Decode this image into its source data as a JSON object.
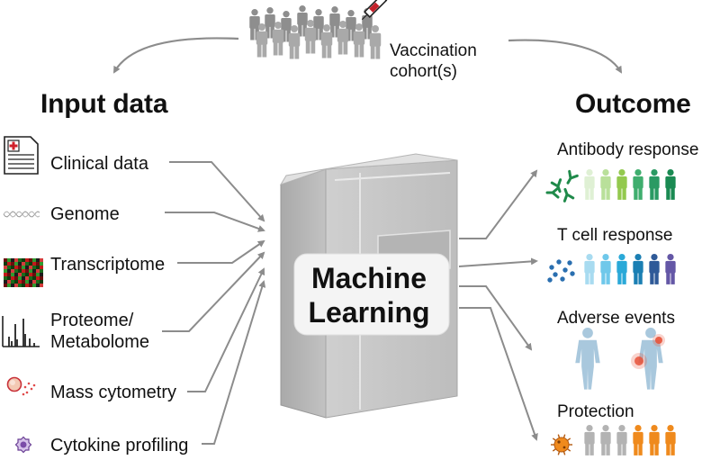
{
  "cohort": {
    "line1": "Vaccination",
    "line2": "cohort(s)"
  },
  "headers": {
    "input": "Input data",
    "outcome": "Outcome"
  },
  "inputs": [
    {
      "label": "Clinical data",
      "icon": "clinical-record-icon"
    },
    {
      "label": "Genome",
      "icon": "dna-helix-icon"
    },
    {
      "label": "Transcriptome",
      "icon": "heatmap-icon"
    },
    {
      "label": "Proteome/",
      "label2": "Metabolome",
      "icon": "spectrum-peaks-icon"
    },
    {
      "label": "Mass cytometry",
      "icon": "cell-icon"
    },
    {
      "label": "Cytokine profiling",
      "icon": "cytokine-cell-icon"
    }
  ],
  "center": {
    "line1": "Machine",
    "line2": "Learning"
  },
  "outcomes": [
    {
      "label": "Antibody response",
      "icon": "antibody-icon",
      "colors": [
        "#dff0d4",
        "#b9e09a",
        "#93c94e",
        "#3fae6e",
        "#2a9a63",
        "#1a8a52"
      ]
    },
    {
      "label": "T cell response",
      "icon": "t-cell-dots-icon",
      "colors": [
        "#a8dbf0",
        "#6fc8ea",
        "#2aa9d8",
        "#1b7fb3",
        "#2f5a98",
        "#6457a6"
      ]
    },
    {
      "label": "Adverse events",
      "icon": "human-body-icon"
    },
    {
      "label": "Protection",
      "icon": "virus-icon",
      "colors": [
        "#b3b3b3",
        "#b3b3b3",
        "#b3b3b3",
        "#ef8a1d",
        "#ef8a1d",
        "#ef8a1d"
      ]
    }
  ]
}
